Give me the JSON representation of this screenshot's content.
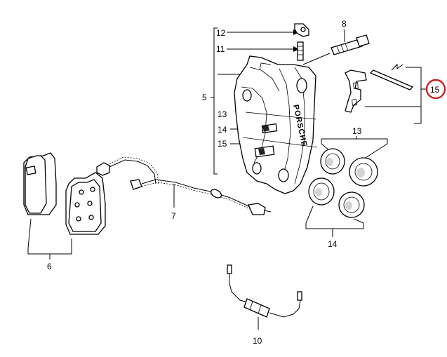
{
  "diagram": {
    "highlight_color": "#cc1f1f",
    "highlighted_label": "15",
    "labels": {
      "l12": "12",
      "l11": "11",
      "l8": "8",
      "l5": "5",
      "l13a": "13",
      "l14a": "14",
      "l15a": "15",
      "l15b": "15",
      "l13b": "13",
      "l14b": "14",
      "l6": "6",
      "l7": "7",
      "l10": "10"
    },
    "caliper_lettering": "PORSCHE"
  }
}
